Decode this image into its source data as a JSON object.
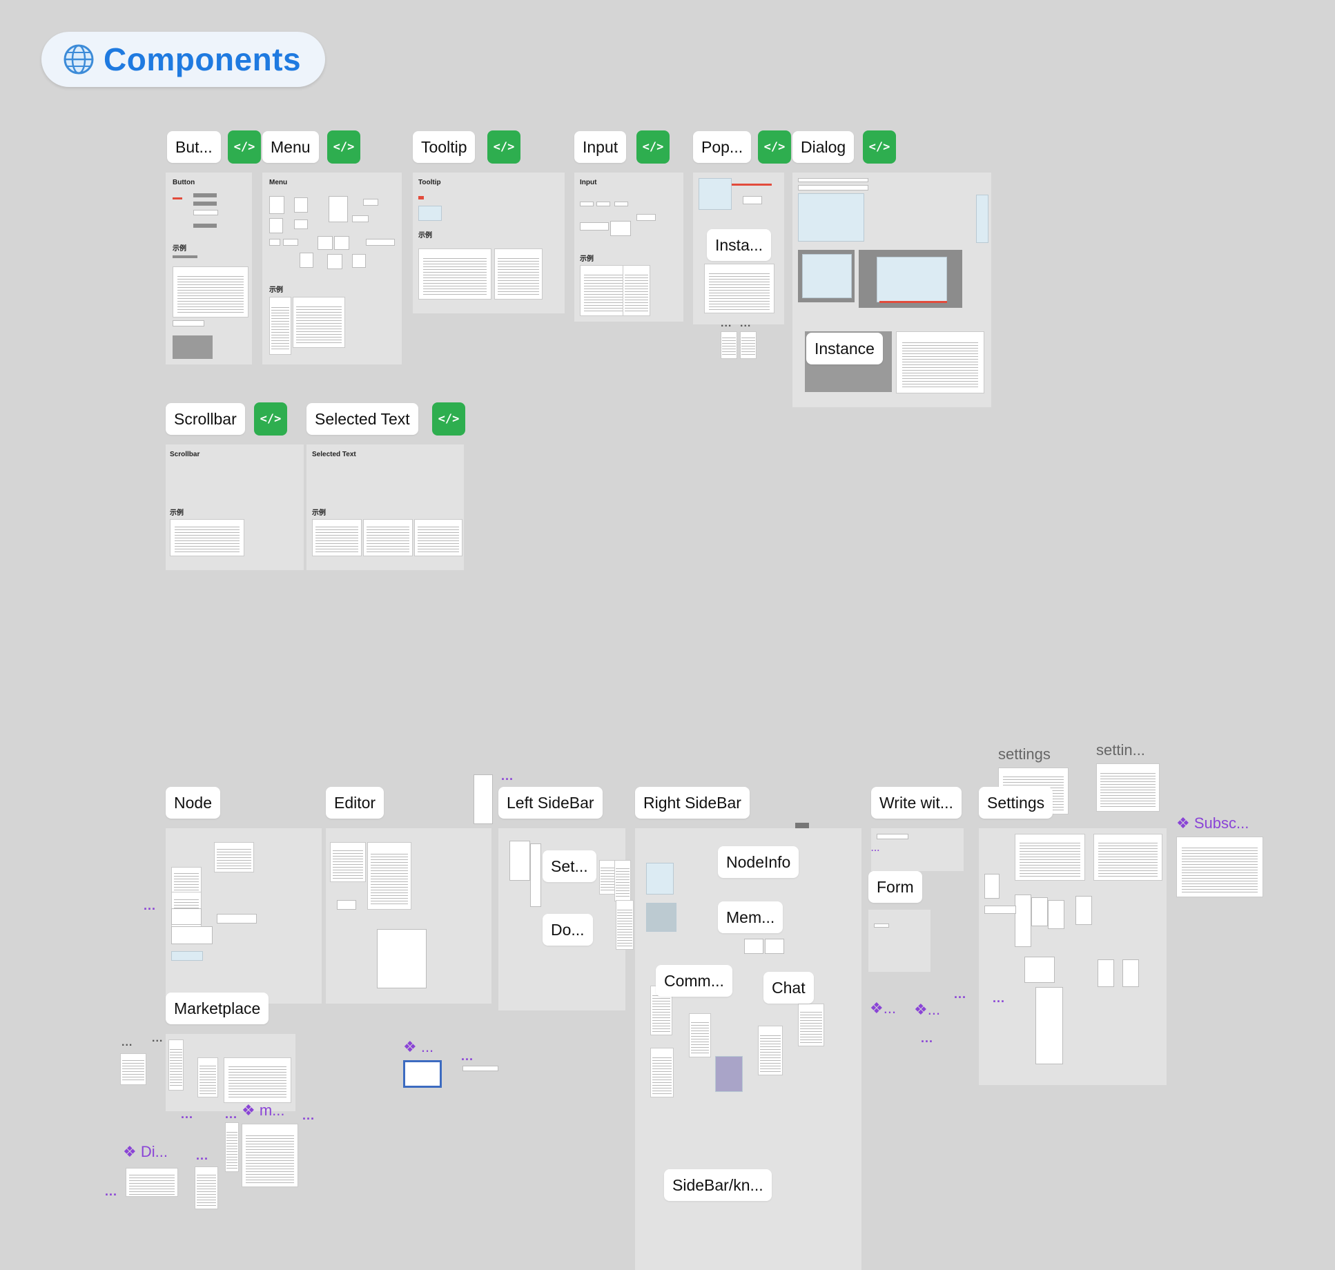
{
  "header": {
    "title": "Components",
    "icon": "globe-icon"
  },
  "code_icon": "</>",
  "colors": {
    "code_button": "#2eae4f",
    "component_link": "#8a44d6",
    "title": "#1f7ae0"
  },
  "sections": {
    "button": {
      "label": "But...",
      "frame_title": "Button",
      "example": "示例"
    },
    "menu": {
      "label": "Menu",
      "frame_title": "Menu",
      "example": "示例"
    },
    "tooltip": {
      "label": "Tooltip",
      "frame_title": "Tooltip",
      "example": "示例"
    },
    "input": {
      "label": "Input",
      "frame_title": "Input",
      "example": "示例"
    },
    "popover": {
      "label": "Pop...",
      "instance_label": "Insta..."
    },
    "dialog": {
      "label": "Dialog",
      "instance_label": "Instance"
    },
    "scrollbar": {
      "label": "Scrollbar",
      "frame_title": "Scrollbar",
      "example": "示例"
    },
    "selected_text": {
      "label": "Selected Text",
      "frame_title": "Selected Text",
      "example": "示例"
    }
  },
  "pages": {
    "node": "Node",
    "editor": "Editor",
    "left_sidebar": "Left SideBar",
    "left_sidebar_sub": [
      "Set...",
      "Do..."
    ],
    "right_sidebar": "Right SideBar",
    "right_sidebar_sub": [
      "NodeInfo",
      "Mem...",
      "Comm...",
      "Chat",
      "SideBar/kn..."
    ],
    "write_with": "Write wit...",
    "form": "Form",
    "settings": "Settings",
    "settings_captions": [
      "settings",
      "settin..."
    ],
    "marketplace": "Marketplace"
  },
  "component_links": [
    "❖ Subsc...",
    "❖ m...",
    "❖ Di...",
    "❖ ...",
    "❖...",
    "❖..."
  ],
  "more": "..."
}
